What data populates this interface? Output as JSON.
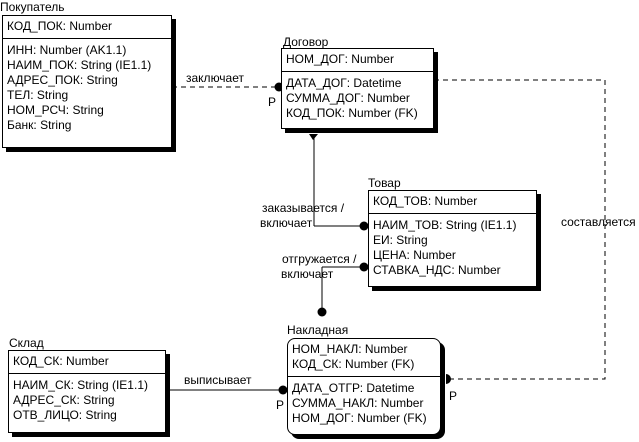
{
  "entities": {
    "buyer": {
      "title": "Покупатель",
      "key": [
        "КОД_ПОК: Number"
      ],
      "attrs": [
        "ИНН: Number (AK1.1)",
        "НАИМ_ПОК: String (IE1.1)",
        "АДРЕС_ПОК: String",
        "ТЕЛ: String",
        "НОМ_РСЧ: String",
        "Банк: String"
      ]
    },
    "contract": {
      "title": "Договор",
      "key": [
        "НОМ_ДОГ: Number"
      ],
      "attrs": [
        "ДАТА_ДОГ: Datetime",
        "СУММА_ДОГ: Number",
        "КОД_ПОК: Number (FK)"
      ]
    },
    "goods": {
      "title": "Товар",
      "key": [
        "КОД_ТОВ: Number"
      ],
      "attrs": [
        "НАИМ_ТОВ: String (IE1.1)",
        "ЕИ: String",
        "ЦЕНА: Number",
        "СТАВКА_НДС: Number"
      ]
    },
    "warehouse": {
      "title": "Склад",
      "key": [
        "КОД_СК: Number"
      ],
      "attrs": [
        "НАИМ_СК: String (IE1.1)",
        "АДРЕС_СК: String",
        "ОТВ_ЛИЦО: String"
      ]
    },
    "invoice": {
      "title": "Накладная",
      "key": [
        "НОМ_НАКЛ: Number",
        "КОД_СК: Number (FK)"
      ],
      "attrs": [
        "ДАТА_ОТГР: Datetime",
        "СУММА_НАКЛ: Number",
        "НОМ_ДОГ: Number (FK)"
      ]
    }
  },
  "relationships": {
    "concludes": {
      "label": "заключает",
      "cardinality": "P"
    },
    "ordered": {
      "label_line1": "заказывается /",
      "label_line2": "включает"
    },
    "shipped": {
      "label_line1": "отгружается /",
      "label_line2": "включает"
    },
    "issues": {
      "label": "выписывает",
      "cardinality": "P"
    },
    "composed": {
      "label": "составляется",
      "cardinality": "P"
    }
  }
}
